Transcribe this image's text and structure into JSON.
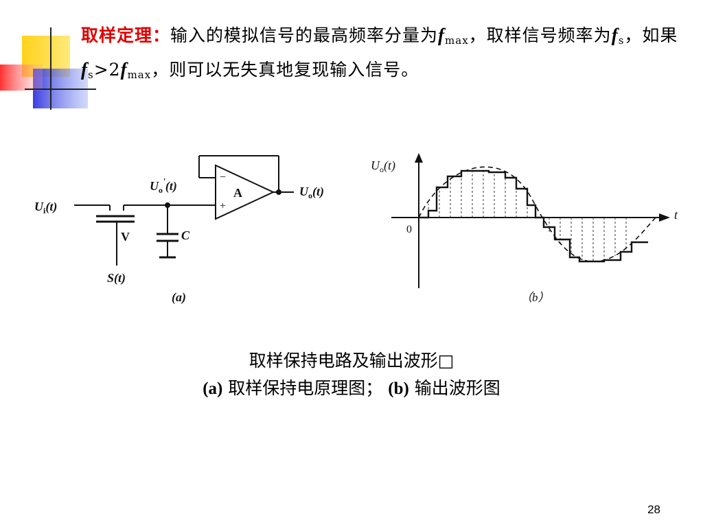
{
  "theorem": {
    "lead": "取样定理：",
    "t1": "输入的模拟信号的最高频率分量为",
    "f1": "f",
    "s1": "max",
    "t2": "，取样信号频率为",
    "f2": "f",
    "s2": "s",
    "t3": "，如果",
    "f3": "f",
    "s3": "s",
    "t4": ">2",
    "f4": "f",
    "s4": "max",
    "t5": "，则可以无失真地复现输入信号。"
  },
  "circuit": {
    "ui_main": "U",
    "ui_sub": "i",
    "ui_arg": "(t)",
    "uo_prime_main": "U",
    "uo_prime_sub": "o",
    "uo_prime_mark": "'",
    "uo_prime_arg": "(t)",
    "uo_main": "U",
    "uo_sub": "o",
    "uo_arg": "(t)",
    "amp_label": "A",
    "minus": "−",
    "plus": "+",
    "switch_label": "V",
    "cap_label": "C",
    "st_label": "S(t)",
    "panel_label": "(a)"
  },
  "waveform": {
    "y_main": "U",
    "y_sub": "o",
    "y_arg": "(t)",
    "origin": "0",
    "x_label": "t",
    "panel_label": "（b）"
  },
  "caption": {
    "line1": "取样保持电路及输出波形□",
    "a_tag": "(a)",
    "a_text": " 取样保持电原理图； ",
    "b_tag": "(b)",
    "b_text": " 输出波形图"
  },
  "page_number": "28",
  "colors": {
    "accent_red": "#e00000",
    "deco_yellow": "#ffd21a",
    "deco_blue": "#3a3ee0",
    "deco_red": "#ff3030"
  }
}
